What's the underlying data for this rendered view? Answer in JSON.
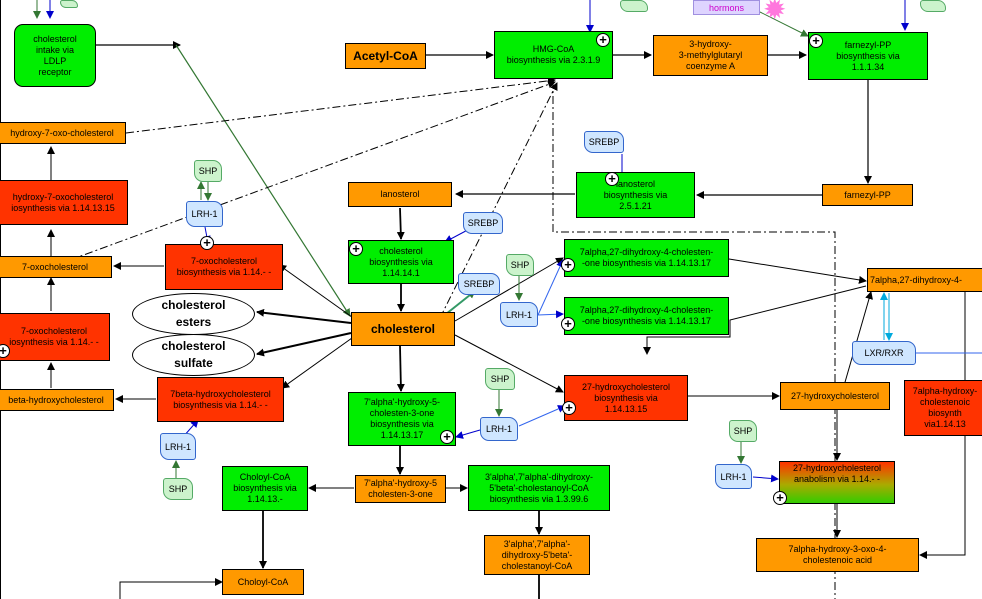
{
  "colors": {
    "orange": "#ff9900",
    "green": "#00ee00",
    "red": "#ff3300",
    "regulator": "#cfe6ff",
    "shp": "#ccf3cc"
  },
  "nodes": {
    "chol_intake": "cholesterol\nintake via\nLDLP\nreceptor",
    "acetyl_coa": "Acetyl-CoA",
    "hmg_bio": "HMG-CoA\nbiosynthesis via 2.3.1.9",
    "hmg_coa": "3-hydroxy-\n3-methylglutaryl\ncoenzyme A",
    "farn_bio": "farnezyl-PP\nbiosynthesis via\n1.1.1.34",
    "farn_pp": "farnezyl-PP",
    "lano_bio": "lanosterol\nbiosynthesis via\n2.5.1.21",
    "lanosterol": "lanosterol",
    "chol_bio": "cholesterol\nbiosynthesis via\n1.14.14.1",
    "cholesterol": "cholesterol",
    "hy7oxo_top": "hydroxy-7-oxo-cholesterol",
    "hy7oxo_bio": "hydroxy-7-oxocholesterol\niosynthesis via 1.14.13.15",
    "oxo7": "7-oxocholesterol",
    "oxo7_bio_mid": "7-oxocholesterol\nbiosynthesis via 1.14.- -",
    "oxo7_bio_left": "7-oxocholesterol\niosynthesis via 1.14.- -",
    "beta_hydroxy": "beta-hydroxycholesterol",
    "beta_bio": "7beta-hydroxycholesterol\nbiosynthesis via 1.14.- -",
    "ester": "cholesterol\nesters",
    "sulfate": "cholesterol\nsulfate",
    "dihydroxy_bio1": "7alpha,27-dihydroxy-4-cholesten-\n-one biosynthesis via 1.14.13.17",
    "dihydroxy_bio2": "7alpha,27-dihydroxy-4-cholesten-\n-one biosynthesis via 1.14.13.17",
    "dihydroxy_right": "7alpha,27-dihydroxy-4-",
    "hydroxy27_bio": "27-hydroxycholesterol\nbiosynthesis via\n1.14.13.15",
    "hydroxy27": "27-hydroxycholesterol",
    "hydroxy27_anab": "27-hydroxycholesterol\nanabolism via 1.14.- -",
    "alpha7_bio": "7'alpha'-hydroxy-5-\ncholesten-3-one\nbiosynthesis via\n1.14.13.17",
    "alpha7": "7'alpha'-hydroxy-5\ncholesten-3-one",
    "choloyl_bio": "Choloyl-CoA\nbiosynthesis via\n1.14.13.-",
    "choloyl": "Choloyl-CoA",
    "dihyd_coa_bio": "3'alpha',7'alpha'-dihydroxy-\n5'beta'-cholestanoyl-CoA\nbiosynthesis via 1.3.99.6",
    "dihyd_coa": "3'alpha',7'alpha'-\ndihydroxy-5'beta'-\ncholestanoyl-CoA",
    "oxo_acid": "7alpha-hydroxy-3-oxo-4-\ncholestenoic acid",
    "right_red": "7alpha-hydroxy-\ncholestenoic\nbiosynth\nvia1.14.13"
  },
  "regulators": {
    "srebp": "SREBP",
    "shp": "SHP",
    "lrh1": "LRH-1",
    "lxr": "LXR/RXR",
    "hormons": "hormons"
  },
  "plus_glyph": "+"
}
